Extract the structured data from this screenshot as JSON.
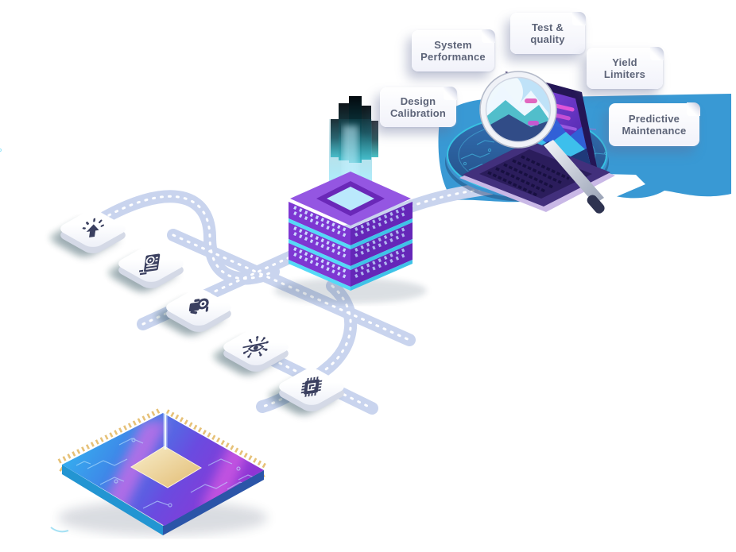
{
  "scene": {
    "title": "chip-to-cloud deep data analytics illustration",
    "background": "#ffffff"
  },
  "labels": [
    {
      "id": "system-performance",
      "text": "System\nPerformance"
    },
    {
      "id": "test-quality",
      "text": "Test &\nquality"
    },
    {
      "id": "yield-limiters",
      "text": "Yield\nLimiters"
    },
    {
      "id": "design-calibration",
      "text": "Design\nCalibration"
    },
    {
      "id": "predictive-maintenance",
      "text": "Predictive\nMaintenance"
    }
  ],
  "icons": [
    {
      "name": "tap-click-icon"
    },
    {
      "name": "report-document-icon"
    },
    {
      "name": "inspection-camera-icon"
    },
    {
      "name": "ai-vision-eye-icon"
    },
    {
      "name": "chip-cpu-icon"
    }
  ],
  "illustration_parts": [
    "wafer-chip",
    "agent-tiles",
    "data-roads",
    "server-stack",
    "data-beam",
    "analytics-platform-ellipse",
    "laptop-dashboard",
    "magnifier"
  ],
  "colors": {
    "panel_blue": "#3999d4",
    "road": "#c9d4ee",
    "road_dots": "#ffffff",
    "server_purple": "#7e37d2",
    "server_purple_dark": "#6527b8",
    "server_top": "#9456e2",
    "server_glow_cyan": "#55d9f7",
    "dish_blue": "#2b5f9f",
    "dish_rim": "#38c2e2",
    "chip_cyan": "#2fc3f2",
    "chip_purple": "#8f35d4",
    "chip_pink_streak": "#ff6ae8",
    "pins_gold": "#e6c178",
    "die_gold": "#ecd49c",
    "glyph_navy": "#3b4060",
    "label_text": "#5d6478"
  }
}
